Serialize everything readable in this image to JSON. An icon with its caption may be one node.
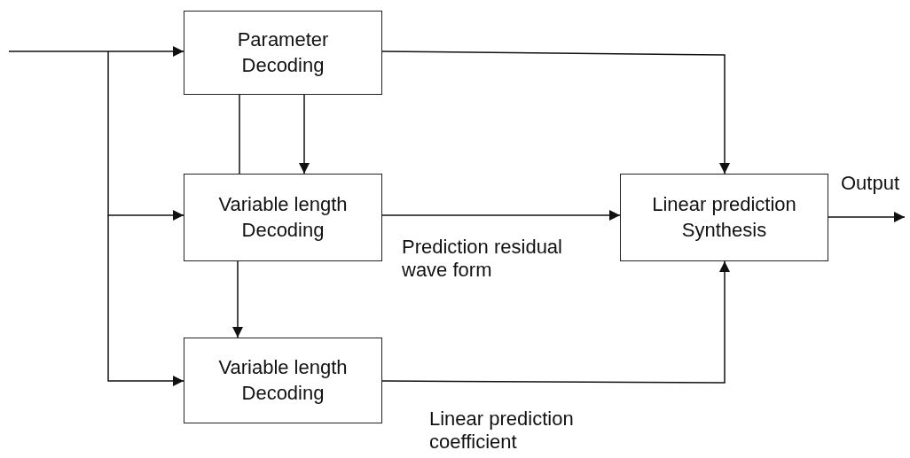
{
  "diagram": {
    "nodes": [
      {
        "text": [
          "Parameter Decoding"
        ]
      },
      {
        "text": [
          "Variable length Decoding"
        ]
      },
      {
        "text": [
          "Variable length Decoding"
        ]
      },
      {
        "text": [
          "Linear prediction Synthesis"
        ]
      }
    ],
    "edges": [
      {
        "from": null,
        "to": 0,
        "arrow": "to"
      },
      {
        "from": null,
        "to": 1,
        "arrow": "to"
      },
      {
        "from": null,
        "to": 2,
        "arrow": "to"
      },
      {
        "from": 0,
        "to": 1,
        "arrow": "none"
      },
      {
        "from": 0,
        "to": 1,
        "arrow": "to"
      },
      {
        "from": 1,
        "to": 2,
        "arrow": "to"
      },
      {
        "from": 0,
        "to": 3,
        "arrow": "to"
      },
      {
        "from": 1,
        "to": 3,
        "arrow": "to",
        "label": "Prediction residual wave form"
      },
      {
        "from": 2,
        "to": 3,
        "arrow": "to",
        "label": "Linear prediction coefficient"
      },
      {
        "from": 3,
        "to": null,
        "arrow": "to",
        "label": "Output"
      }
    ]
  }
}
